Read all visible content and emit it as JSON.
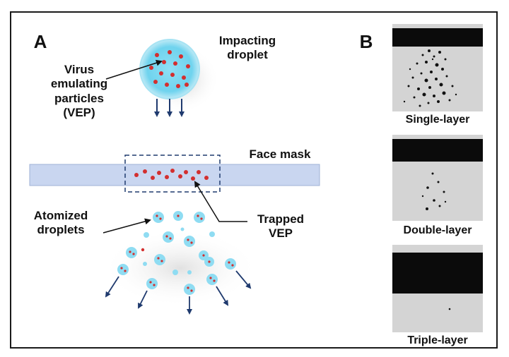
{
  "panel_a": {
    "letter": "A",
    "impacting_droplet": "Impacting\ndroplet",
    "virus_label": "Virus\nemulating\nparticles\n(VEP)",
    "face_mask": "Face mask",
    "atomized": "Atomized\ndroplets",
    "trapped": "Trapped\nVEP"
  },
  "panel_b": {
    "letter": "B",
    "single": "Single-layer",
    "double": "Double-layer",
    "triple": "Triple-layer"
  },
  "colors": {
    "droplet": "#6fd3ee",
    "particle": "#d32f2f",
    "arrow": "#1f3a6e",
    "mask": "#c9d6f0",
    "mask_band": "#0b0b0b",
    "photo_bg": "#d4d4d4"
  }
}
